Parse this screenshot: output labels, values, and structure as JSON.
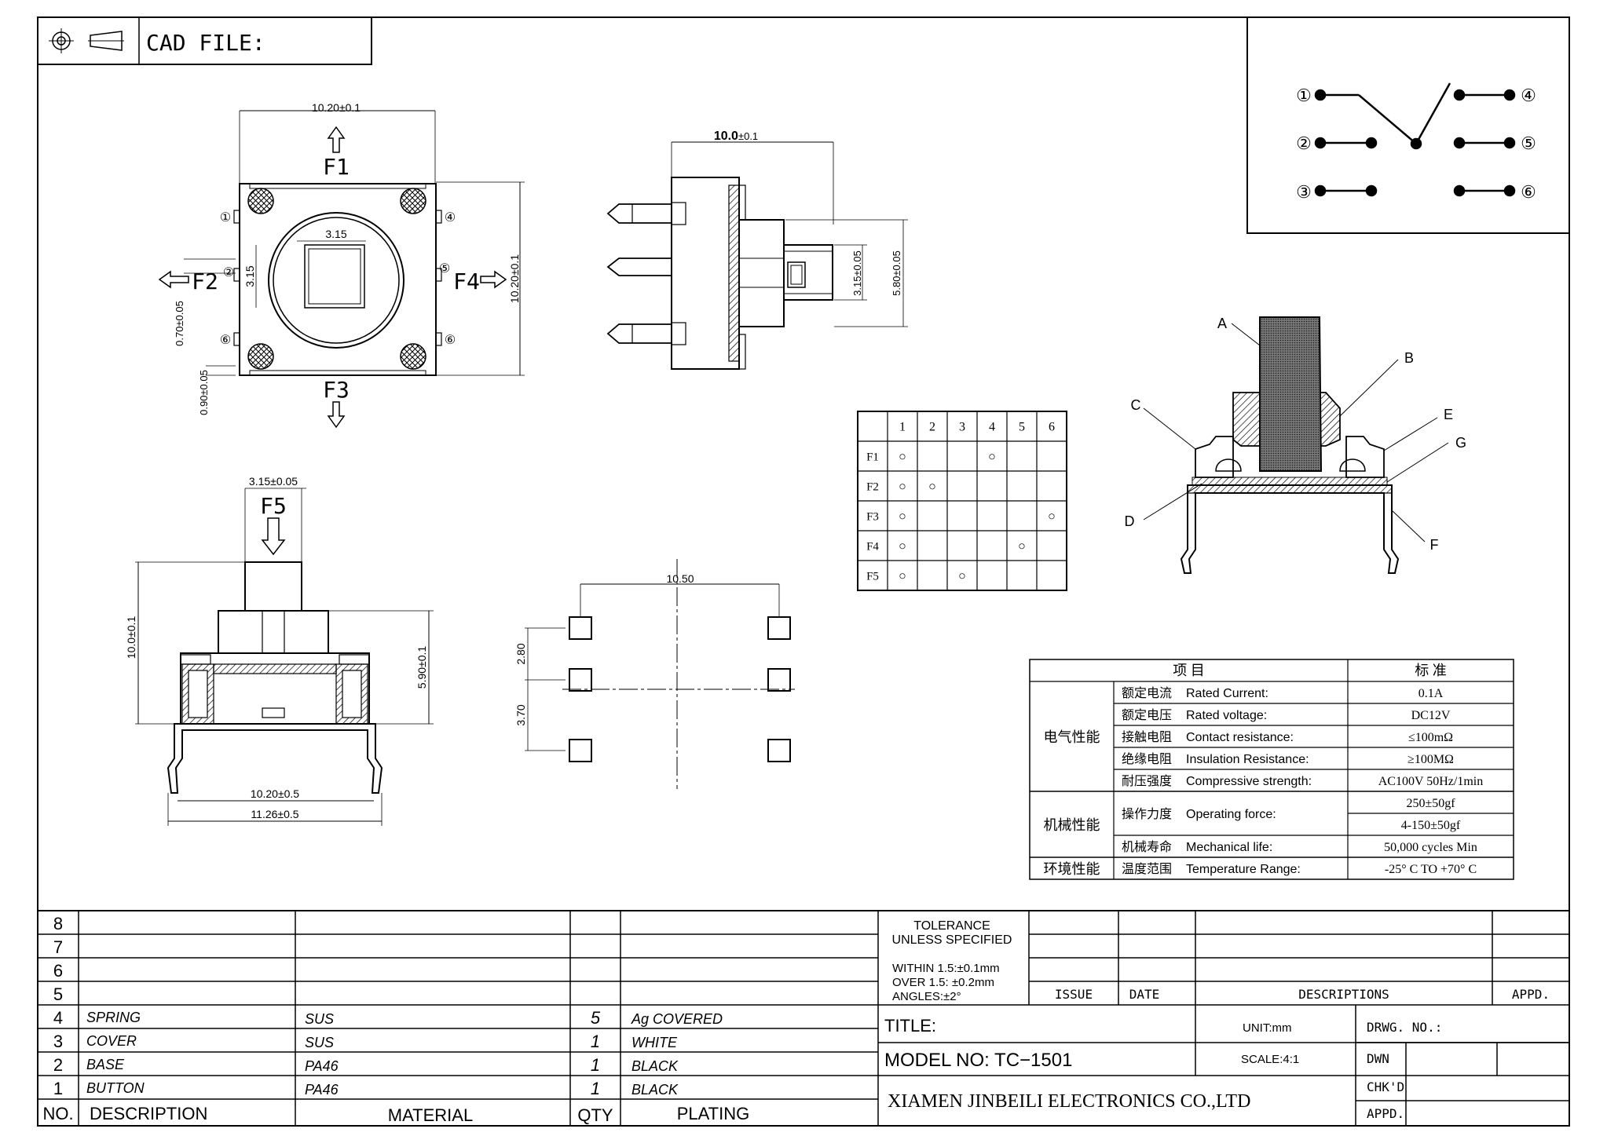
{
  "header": {
    "cad_label": "CAD FILE:"
  },
  "top_view": {
    "width_dim": "10.20±0.1",
    "height_dim": "10.20±0.1",
    "inner_w": "3.15",
    "inner_h": "3.15",
    "lead_dim_1": "0.70±0.05",
    "lead_dim_2": "0.90±0.05",
    "forces": [
      "F1",
      "F2",
      "F3",
      "F4"
    ],
    "pins": [
      "①",
      "②",
      "⑥",
      "④",
      "⑤",
      "⑥"
    ]
  },
  "side_view": {
    "width_dim_bold": "10.0",
    "width_dim_tol": "±0.1",
    "dim_a": "3.15±0.05",
    "dim_b": "5.80±0.05"
  },
  "front_view": {
    "top_dim": "3.15±0.05",
    "force": "F5",
    "height_dim": "10.0±0.1",
    "body_dim": "5.90±0.1",
    "width_a": "10.20±0.5",
    "width_b": "11.26±0.5"
  },
  "footprint": {
    "pitch_x": "10.50",
    "pitch_y1": "2.80",
    "pitch_y2": "3.70"
  },
  "schematic": {
    "pins_left": [
      "①",
      "②",
      "③"
    ],
    "pins_right": [
      "④",
      "⑤",
      "⑥"
    ]
  },
  "truth_table": {
    "columns": [
      "1",
      "2",
      "3",
      "4",
      "5",
      "6"
    ],
    "rows": [
      {
        "label": "F1",
        "on": [
          1,
          4
        ]
      },
      {
        "label": "F2",
        "on": [
          1,
          2
        ]
      },
      {
        "label": "F3",
        "on": [
          1,
          6
        ]
      },
      {
        "label": "F4",
        "on": [
          1,
          5
        ]
      },
      {
        "label": "F5",
        "on": [
          1,
          3
        ]
      }
    ],
    "mark": "○"
  },
  "section_labels": [
    "A",
    "B",
    "C",
    "D",
    "E",
    "F",
    "G"
  ],
  "spec_table": {
    "header_item": "项    目",
    "header_std": "标    准",
    "groups": [
      {
        "name": "电气性能",
        "rows": [
          {
            "cn": "额定电流",
            "en": "Rated Current:",
            "values": [
              "0.1A"
            ]
          },
          {
            "cn": "额定电压",
            "en": "Rated voltage:",
            "values": [
              "DC12V"
            ]
          },
          {
            "cn": "接触电阻",
            "en": "Contact resistance:",
            "values": [
              "≤100mΩ"
            ]
          },
          {
            "cn": "绝缘电阻",
            "en": "Insulation Resistance:",
            "values": [
              "≥100MΩ"
            ]
          },
          {
            "cn": "耐压强度",
            "en": "Compressive strength:",
            "values": [
              "AC100V  50Hz/1min"
            ]
          }
        ]
      },
      {
        "name": "机械性能",
        "rows": [
          {
            "cn": "操作力度",
            "en": "Operating force:",
            "values": [
              "250±50gf",
              "4-150±50gf"
            ]
          },
          {
            "cn": "机械寿命",
            "en": "Mechanical life:",
            "values": [
              "50,000 cycles Min"
            ]
          }
        ]
      },
      {
        "name": "环境性能",
        "rows": [
          {
            "cn": "温度范围",
            "en": "Temperature Range:",
            "values": [
              "-25° C TO +70° C"
            ]
          }
        ]
      }
    ]
  },
  "bom": {
    "row_numbers": [
      "8",
      "7",
      "6",
      "5",
      "4",
      "3",
      "2",
      "1"
    ],
    "items": [
      {
        "no": "4",
        "desc": "SPRING",
        "material": "SUS",
        "qty": "5",
        "plating": "Ag  COVERED"
      },
      {
        "no": "3",
        "desc": "COVER",
        "material": "SUS",
        "qty": "1",
        "plating": "WHITE"
      },
      {
        "no": "2",
        "desc": "BASE",
        "material": "PA46",
        "qty": "1",
        "plating": "BLACK"
      },
      {
        "no": "1",
        "desc": "BUTTON",
        "material": "PA46",
        "qty": "1",
        "plating": "BLACK"
      }
    ],
    "headers": {
      "no": "NO.",
      "desc": "DESCRIPTION",
      "material": "MATERIAL",
      "qty": "QTY",
      "plating": "PLATING"
    }
  },
  "title_block": {
    "tolerance_1": "TOLERANCE",
    "tolerance_2": "UNLESS SPECIFIED",
    "within": "WITHIN 1.5:±0.1mm",
    "over": "OVER 1.5:  ±0.2mm",
    "angles": "ANGLES:±2°",
    "issue": "ISSUE",
    "date": "DATE",
    "descriptions": "DESCRIPTIONS",
    "appd": "APPD.",
    "title": "TITLE:",
    "unit": "UNIT:mm",
    "drwg_no": "DRWG. NO.:",
    "model": "MODEL  NO: TC−1501",
    "scale": "SCALE:4:1",
    "dwn": "DWN",
    "chkd": "CHK'D",
    "appd2": "APPD.",
    "company": "XIAMEN JINBEILI ELECTRONICS CO.,LTD"
  }
}
